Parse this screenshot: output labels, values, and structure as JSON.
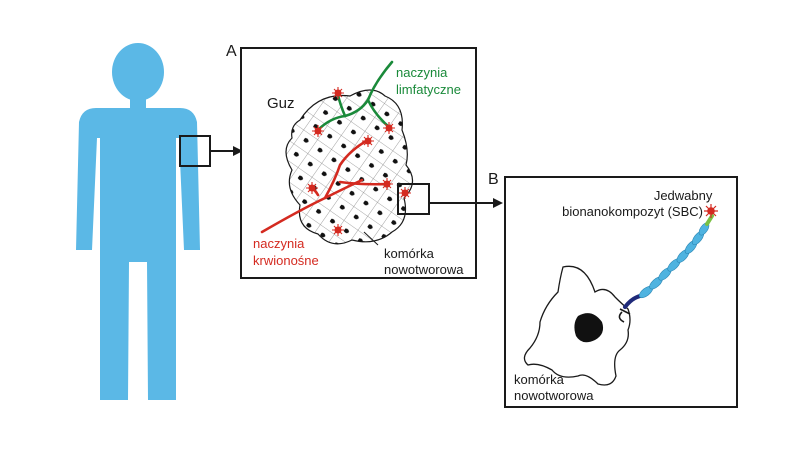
{
  "panels": {
    "a": {
      "letter": "A",
      "tumor_label": "Guz",
      "lymphatic_label": [
        "naczynia",
        "limfatyczne"
      ],
      "blood_label": [
        "naczynia",
        "krwionośne"
      ],
      "cell_label": [
        "komórka",
        "nowotworowa"
      ]
    },
    "b": {
      "letter": "B",
      "sbc_label": [
        "Jedwabny",
        "bionanokompozyt (SBC)"
      ],
      "cell_label": [
        "komórka",
        "nowotworowa"
      ]
    }
  },
  "colors": {
    "body": "#5bb8e6",
    "lymphatic": "#1a8a3a",
    "blood": "#d42a20",
    "silk": "#4fb3e0",
    "spark": "#d42a20",
    "outline": "#1a1a1a"
  }
}
